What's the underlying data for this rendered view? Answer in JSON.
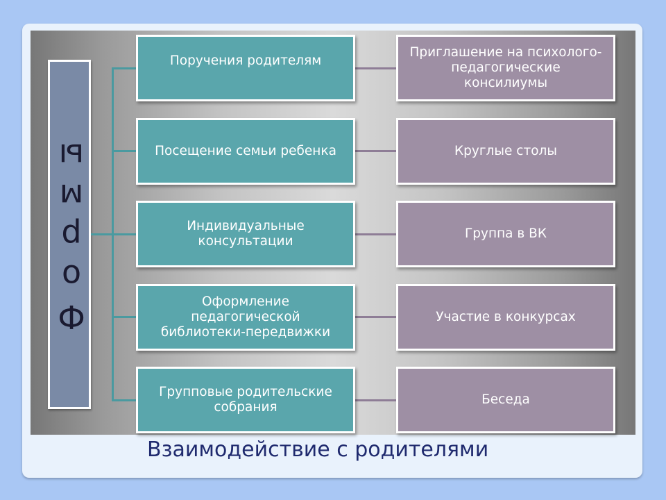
{
  "vertical_label_chars": [
    "Ф",
    "о",
    "р",
    "м",
    "ы"
  ],
  "left_items": [
    "Поручения родителям",
    "Посещение семьи ребенка",
    "Индивидуальные консультации",
    "Оформление педагогической библиотеки-передвижки",
    "Групповые родительские собрания"
  ],
  "right_items": [
    "Приглашение на психолого-педагогические консилиумы",
    "Круглые столы",
    "Группа в ВК",
    "Участие в конкурсах",
    "Беседа"
  ],
  "caption": "Взаимодействие с родителями",
  "colors": {
    "background": "#a9c7f4",
    "left_box": "#5aa6ac",
    "right_box": "#9e8fa4",
    "vertical_box": "#7a8aa6",
    "caption": "#1f2a6e"
  }
}
